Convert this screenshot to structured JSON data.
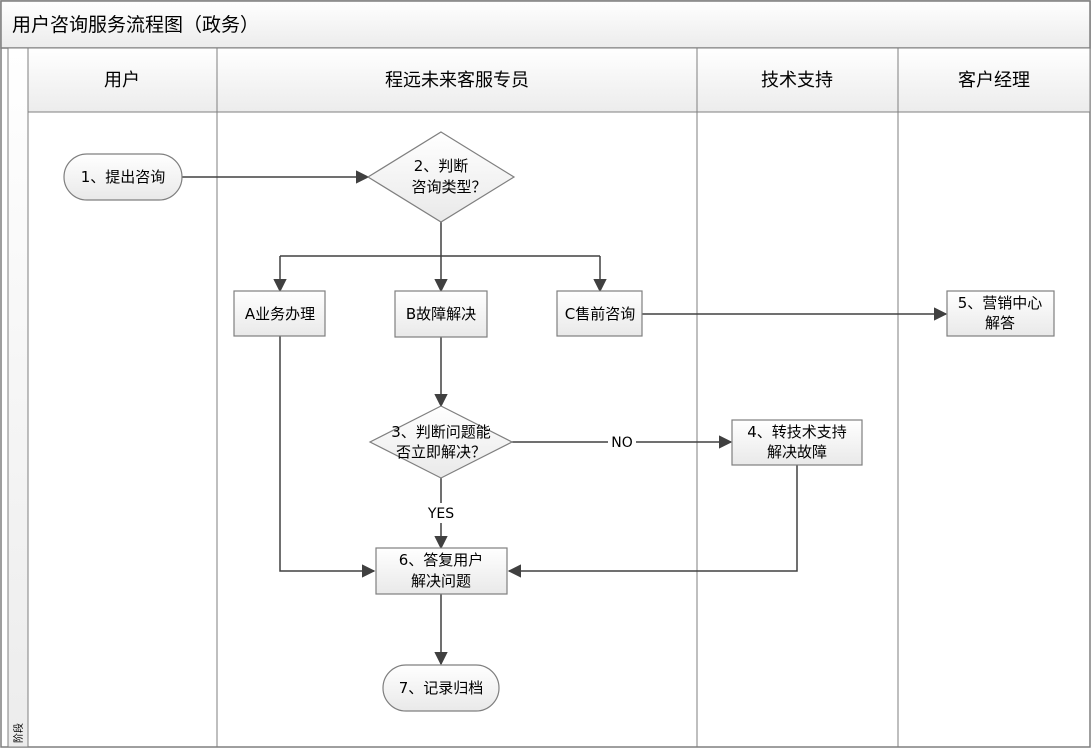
{
  "title": "用户咨询服务流程图（政务）",
  "phase_label": "阶段",
  "lanes": [
    "用户",
    "程远未来客服专员",
    "技术支持",
    "客户经理"
  ],
  "nodes": {
    "n1": [
      "1、提出咨询"
    ],
    "n2": [
      "2、判断",
      "咨询类型？"
    ],
    "nA": [
      "A业务办理"
    ],
    "nB": [
      "B故障解决"
    ],
    "nC": [
      "C售前咨询"
    ],
    "n3": [
      "3、判断问题能",
      "否立即解决？"
    ],
    "n4": [
      "4、转技术支持",
      "解决故障"
    ],
    "n5": [
      "5、营销中心",
      "解答"
    ],
    "n6": [
      "6、答复用户",
      "解决问题"
    ],
    "n7": [
      "7、记录归档"
    ]
  },
  "edge_labels": {
    "no": "NO",
    "yes": "YES"
  },
  "colors": {
    "line": "#404040",
    "fill": "#f2f2f2",
    "header": "#f2f2f2",
    "border": "#7f7f7f"
  }
}
